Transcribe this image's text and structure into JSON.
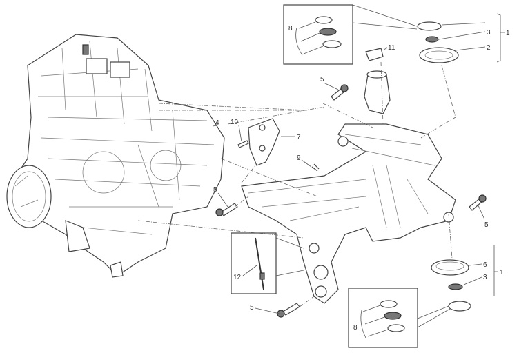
{
  "diagram": {
    "callouts": [
      {
        "id": "top-ring-group",
        "text": "1"
      },
      {
        "id": "top-bearing",
        "text": "2"
      },
      {
        "id": "top-seal",
        "text": "3"
      },
      {
        "id": "top-kit",
        "text": "8"
      },
      {
        "id": "sensor",
        "text": "11"
      },
      {
        "id": "bolt-top",
        "text": "5"
      },
      {
        "id": "bracket",
        "text": "7"
      },
      {
        "id": "stud",
        "text": "9"
      },
      {
        "id": "pipe",
        "text": "4"
      },
      {
        "id": "screw",
        "text": "10"
      },
      {
        "id": "bolt-left",
        "text": "5"
      },
      {
        "id": "bolt-right",
        "text": "5"
      },
      {
        "id": "bottom-bearing",
        "text": "6"
      },
      {
        "id": "bottom-seal",
        "text": "3"
      },
      {
        "id": "bottom-ring-group",
        "text": "1"
      },
      {
        "id": "bottom-kit",
        "text": "8"
      },
      {
        "id": "cable-tie",
        "text": "12"
      },
      {
        "id": "bolt-bottom",
        "text": "5"
      }
    ]
  }
}
